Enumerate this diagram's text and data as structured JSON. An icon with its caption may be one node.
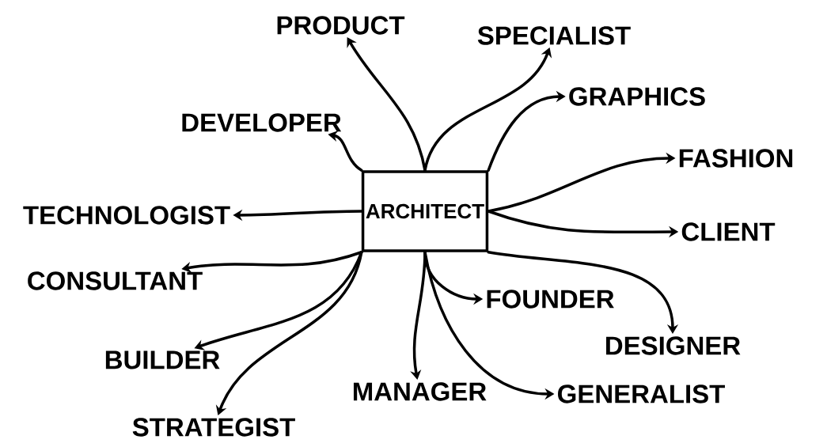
{
  "diagram": {
    "nodes": [
      {
        "text": [
          "ARCHITECT"
        ]
      },
      {
        "text": [
          "PRODUCT"
        ]
      },
      {
        "text": [
          "SPECIALIST"
        ]
      },
      {
        "text": [
          "GRAPHICS"
        ]
      },
      {
        "text": [
          "DEVELOPER"
        ]
      },
      {
        "text": [
          "FASHION"
        ]
      },
      {
        "text": [
          "TECHNOLOGIST"
        ]
      },
      {
        "text": [
          "CLIENT"
        ]
      },
      {
        "text": [
          "CONSULTANT"
        ]
      },
      {
        "text": [
          "FOUNDER"
        ]
      },
      {
        "text": [
          "DESIGNER"
        ]
      },
      {
        "text": [
          "BUILDER"
        ]
      },
      {
        "text": [
          "MANAGER"
        ]
      },
      {
        "text": [
          "GENERALIST"
        ]
      },
      {
        "text": [
          "STRATEGIST"
        ]
      }
    ],
    "edges": [
      {
        "from": 0,
        "to": 1,
        "arrow": "to"
      },
      {
        "from": 0,
        "to": 2,
        "arrow": "to"
      },
      {
        "from": 0,
        "to": 3,
        "arrow": "to"
      },
      {
        "from": 0,
        "to": 4,
        "arrow": "to"
      },
      {
        "from": 0,
        "to": 5,
        "arrow": "to"
      },
      {
        "from": 0,
        "to": 6,
        "arrow": "to"
      },
      {
        "from": 0,
        "to": 7,
        "arrow": "to"
      },
      {
        "from": 0,
        "to": 8,
        "arrow": "to"
      },
      {
        "from": 0,
        "to": 9,
        "arrow": "to"
      },
      {
        "from": 0,
        "to": 10,
        "arrow": "to"
      },
      {
        "from": 0,
        "to": 11,
        "arrow": "to"
      },
      {
        "from": 0,
        "to": 12,
        "arrow": "to"
      },
      {
        "from": 0,
        "to": 13,
        "arrow": "to"
      },
      {
        "from": 0,
        "to": 14,
        "arrow": "to"
      }
    ]
  }
}
